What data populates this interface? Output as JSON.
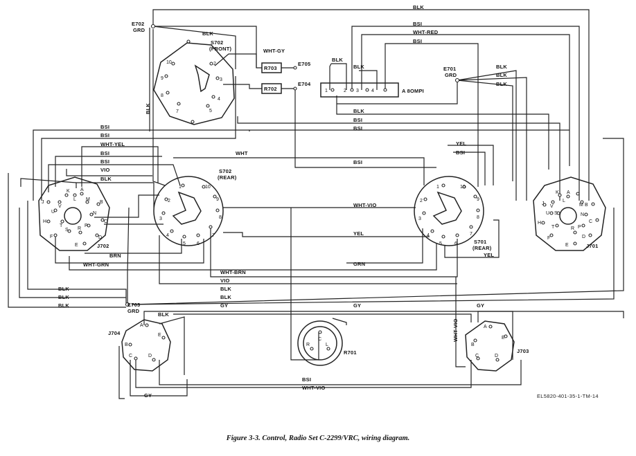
{
  "caption": "Figure 3-3.  Control, Radio Set C-2299/VRC, wiring diagram.",
  "drawing_id": "EL5820-401-35-1-TM-14",
  "components": {
    "e702": [
      "E702",
      "GRD"
    ],
    "e701": [
      "E701",
      "GRD"
    ],
    "e703": [
      "E703",
      "GRD"
    ],
    "e705": "E705",
    "e704": "E704",
    "r703": "R703",
    "r702": "R702",
    "r701": "R701",
    "s702_front": [
      "S702",
      "(FRONT)"
    ],
    "s702_rear": [
      "S702",
      "(REAR)"
    ],
    "s701_rear": [
      "S701",
      "(REAR)"
    ],
    "a8ompi": "A 8OMPI",
    "j702": "J702",
    "j701": "J701",
    "j704": "J704",
    "j703": "J703"
  },
  "terminal_labels": {
    "a8ompi": [
      "1",
      "2",
      "3",
      "4"
    ],
    "s702_front": [
      "2",
      "3",
      "4",
      "5",
      "7",
      "8",
      "9",
      "10"
    ],
    "s702_rear": [
      "1",
      "2",
      "3",
      "4",
      "5",
      "6",
      "7",
      "8",
      "9",
      "10"
    ],
    "s701": [
      "1",
      "2",
      "3",
      "4",
      "5",
      "6",
      "7",
      "8",
      "9",
      "10"
    ],
    "j702": [
      "A",
      "B",
      "C",
      "D",
      "E",
      "F",
      "H",
      "J",
      "K",
      "L",
      "M",
      "N",
      "P",
      "R",
      "S",
      "T",
      "U",
      "V"
    ],
    "j701": [
      "A",
      "B",
      "C",
      "D",
      "E",
      "F",
      "H",
      "J",
      "K",
      "L",
      "M",
      "N",
      "P",
      "R",
      "S",
      "T",
      "U",
      "V"
    ],
    "j704": [
      "A",
      "B",
      "C",
      "D",
      "E"
    ],
    "j703": [
      "A",
      "B",
      "C",
      "D",
      "E"
    ],
    "r701": [
      "C",
      "R",
      "L"
    ]
  },
  "wire_labels": {
    "top_blk": "BLK",
    "e702_blk": "BLK",
    "wht_gy": "WHT-GY",
    "bsi_top1": "BSI",
    "wht_red": "WHT-RED",
    "bsi_top2": "BSI",
    "blk_a1": "BLK",
    "blk_a2": "BLK",
    "e701_blk1": "BLK",
    "e701_blk2": "BLK",
    "e701_blk3": "BLK",
    "blk_vert": "BLK",
    "mid_blk": "BLK",
    "mid_bsi1": "BSI",
    "mid_bsi2": "BSI",
    "l_bsi1": "BSI",
    "l_bsi2": "BSI",
    "l_wht_yel": "WHT-YEL",
    "l_bsi3": "BSI",
    "wht": "WHT",
    "l_bsi4": "BSI",
    "vio": "VIO",
    "l_blk": "BLK",
    "r_yel": "YEL",
    "r_bsi": "BSI",
    "r_bsi2": "BSI",
    "wht_vio": "WHT-VIO",
    "yel2": "YEL",
    "brn": "BRN",
    "yel3": "YEL",
    "wht_grn": "WHT-GRN",
    "grn": "GRN",
    "wht_brn": "WHT-BRN",
    "vio2": "VIO",
    "b_blk1": "BLK",
    "b_blk2": "BLK",
    "b_blk3": "BLK",
    "b_blk4": "BLK",
    "b_blk5": "BLK",
    "gy1": "GY",
    "gy2": "GY",
    "gy3": "GY",
    "j704_blk": "BLK",
    "wht_vio_v": "WHT-VIO",
    "bot_bsi": "BSI",
    "bot_wht_vio": "WHT-VIO",
    "bot_gy": "GY"
  }
}
